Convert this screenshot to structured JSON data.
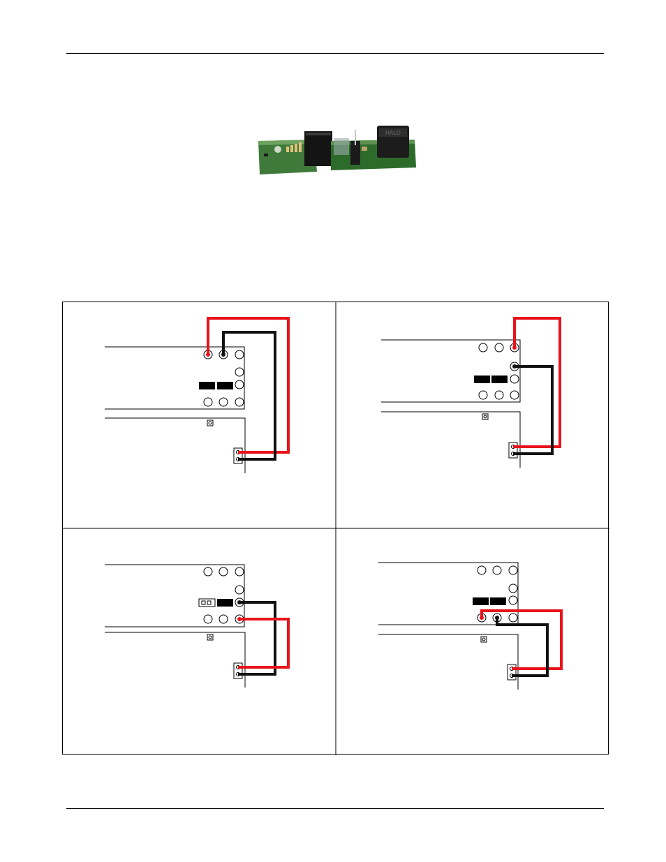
{
  "page": {
    "header_rule": "top",
    "footer_rule": "bottom"
  },
  "photo": {
    "subject": "adapter-board-photo",
    "logo_text": "HALO"
  },
  "diagrams": [
    {
      "position": "top-left",
      "red_wire": "top-row-pin-1",
      "black_wire": "top-row-pin-2",
      "jumpers": "both-shunted"
    },
    {
      "position": "top-right",
      "red_wire": "top-row-pin-3",
      "black_wire": "right-column-pin-1",
      "jumpers": "both-shunted"
    },
    {
      "position": "bottom-left",
      "red_wire": "bottom-row-pin-3",
      "black_wire": "right-column-pin-2",
      "jumpers": "one-open"
    },
    {
      "position": "bottom-right",
      "red_wire": "bottom-row-pin-1",
      "black_wire": "bottom-row-pin-2",
      "jumpers": "both-shunted"
    }
  ],
  "colors": {
    "red_wire": "#e8131b",
    "black_wire": "#111111",
    "pcb_green": "#2d6b2b"
  }
}
